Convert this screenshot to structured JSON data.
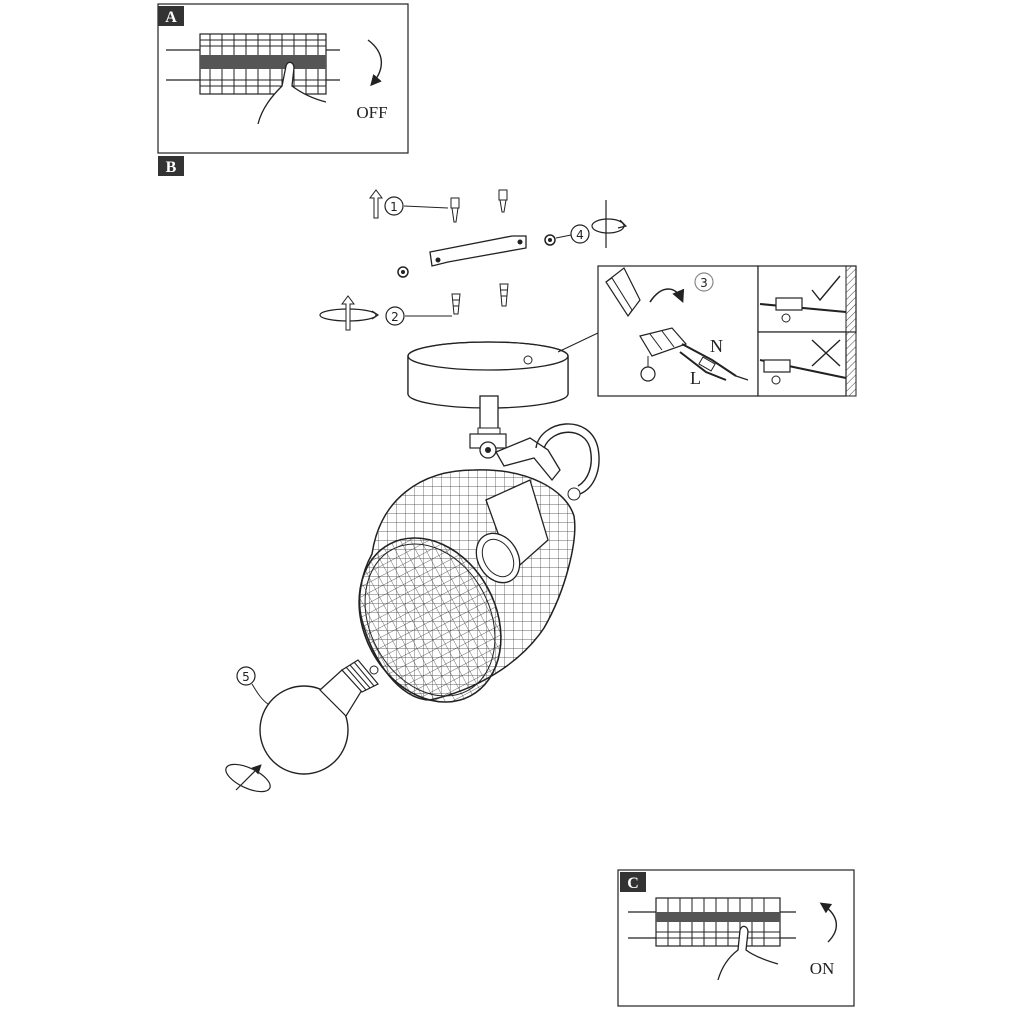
{
  "panels": {
    "a": {
      "tag": "A",
      "state_label": "OFF"
    },
    "b": {
      "tag": "B"
    },
    "c": {
      "tag": "C",
      "state_label": "ON"
    }
  },
  "steps": [
    "1",
    "2",
    "3",
    "4",
    "5"
  ],
  "wiring": {
    "neutral": "N",
    "live": "L"
  },
  "colors": {
    "line": "#222222",
    "paper": "#ffffff",
    "tag_bg": "#333333"
  }
}
